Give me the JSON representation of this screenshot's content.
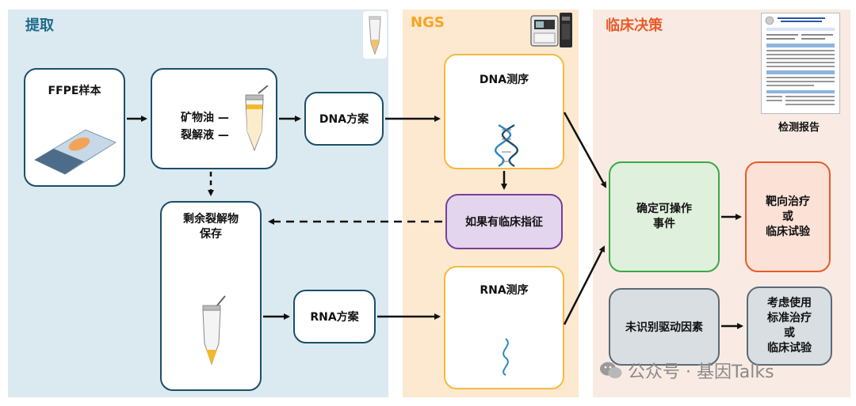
{
  "sections": {
    "extraction": {
      "title": "提取",
      "color": "#1e6a8a"
    },
    "ngs": {
      "title": "NGS",
      "color": "#f5a623"
    },
    "clinical": {
      "title": "临床决策",
      "color": "#e85a2a"
    }
  },
  "nodes": {
    "ffpe": "FFPE样本",
    "oil": "矿物油",
    "lysis": "裂解液",
    "dna_plan": "DNA方案",
    "lysate_store": [
      "剩余裂解物",
      "保存"
    ],
    "rna_plan": "RNA方案",
    "dna_seq": "DNA测序",
    "clinical_indication": "如果有临床指征",
    "rna_seq": "RNA测序",
    "actionable": [
      "确定可操作",
      "事件"
    ],
    "targeted": [
      "靶向治疗",
      "或",
      "临床试验"
    ],
    "no_driver": "未识别驱动因素",
    "standard": [
      "考虑使用",
      "标准治疗",
      "或",
      "临床试验"
    ],
    "report": "检测报告"
  },
  "watermark": "公众号 · 基因Talks",
  "colors": {
    "extraction_bg": "#dbeaf0",
    "ngs_bg": "#fde9d0",
    "clinical_bg": "#f9ebe3",
    "box_border": "#1b4f6a",
    "ngs_border": "#f5b942",
    "purple_fill": "#e4d5ee",
    "purple_border": "#7a3e98",
    "green_fill": "#dff0dc",
    "green_border": "#3aa845",
    "red_fill": "#fbe1d6",
    "red_border": "#e85a2a",
    "gray_fill": "#d9dee2",
    "gray_border": "#596a75"
  }
}
